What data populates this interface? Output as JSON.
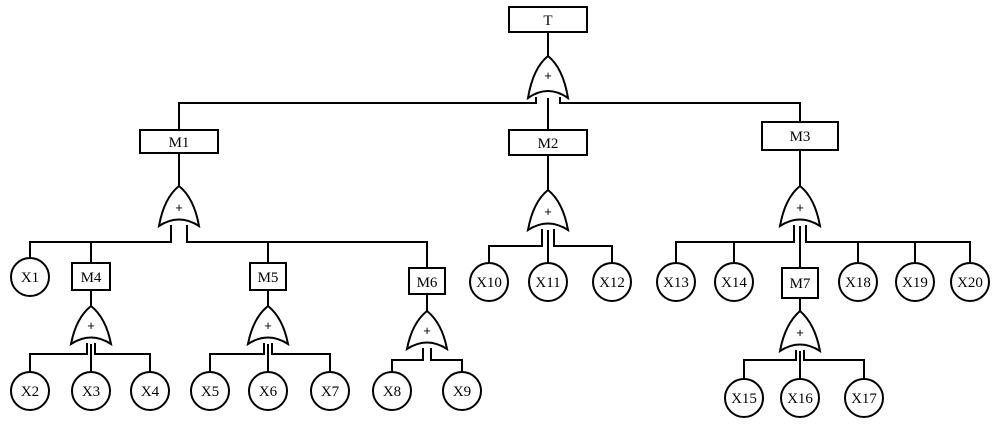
{
  "fault_tree": {
    "top": {
      "label": "T",
      "gate_symbol": "+"
    },
    "intermediate": [
      {
        "label": "M1",
        "gate_symbol": "+"
      },
      {
        "label": "M2",
        "gate_symbol": "+"
      },
      {
        "label": "M3",
        "gate_symbol": "+"
      },
      {
        "label": "M4",
        "gate_symbol": "+"
      },
      {
        "label": "M5",
        "gate_symbol": "+"
      },
      {
        "label": "M6",
        "gate_symbol": "+"
      },
      {
        "label": "M7",
        "gate_symbol": "+"
      }
    ],
    "basic_events": [
      "X1",
      "X2",
      "X3",
      "X4",
      "X5",
      "X6",
      "X7",
      "X8",
      "X9",
      "X10",
      "X11",
      "X12",
      "X13",
      "X14",
      "X15",
      "X16",
      "X17",
      "X18",
      "X19",
      "X20"
    ]
  }
}
